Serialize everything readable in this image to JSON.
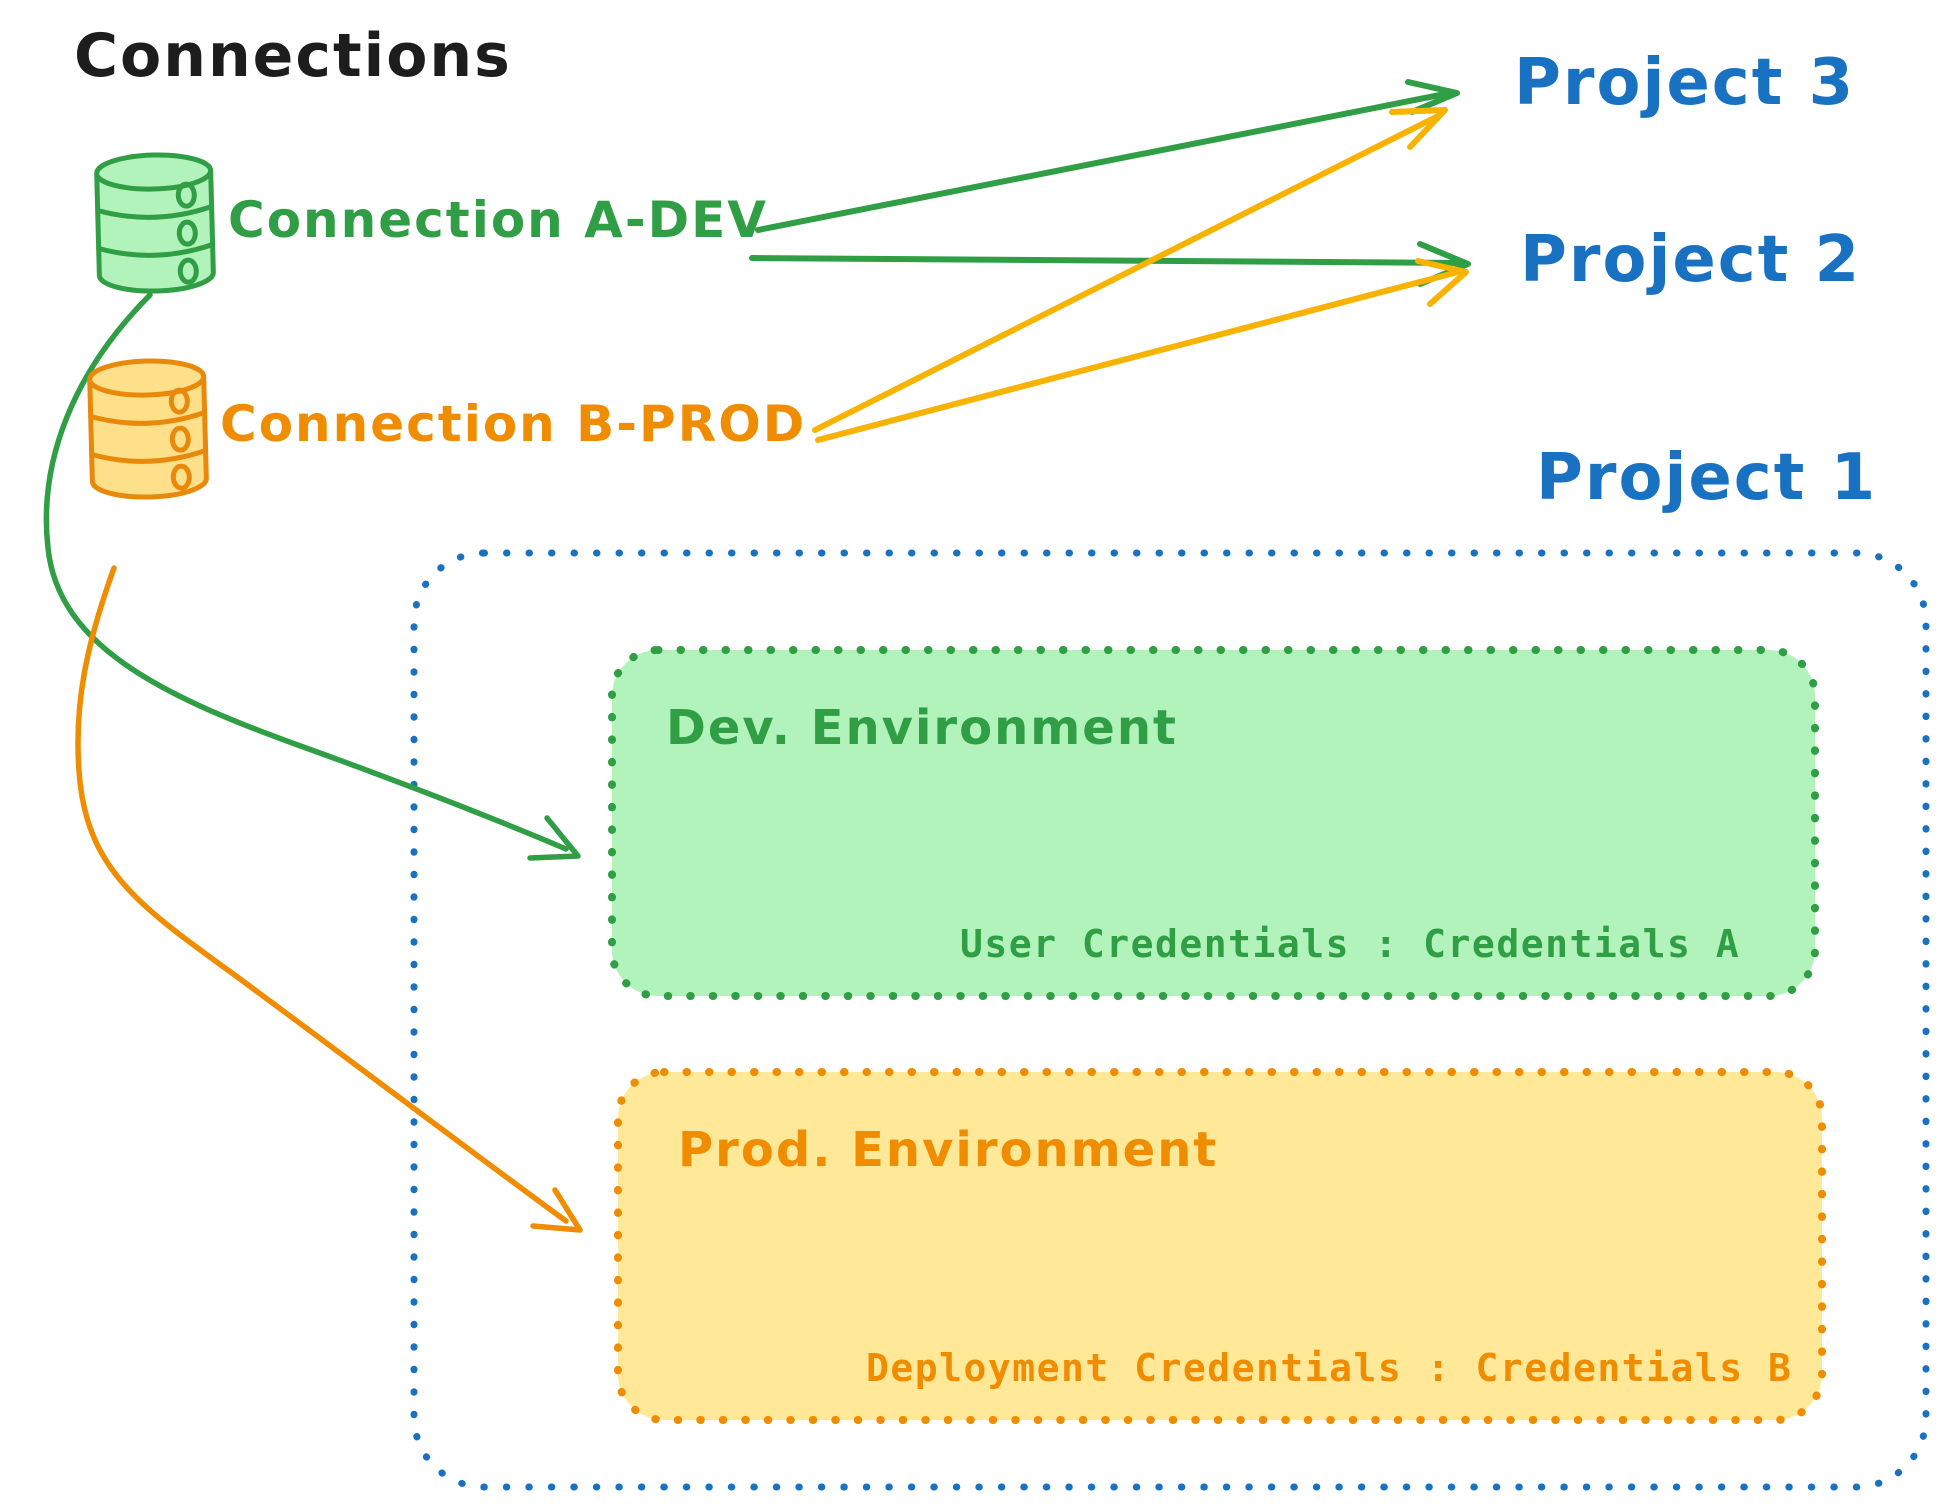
{
  "title": "Connections",
  "colors": {
    "green_stroke": "#2f9e44",
    "green_fill": "#b2f2bb",
    "orange_stroke": "#f08c00",
    "orange_fill": "#ffe08a",
    "orange_box_fill": "#ffe999",
    "blue": "#1971c2",
    "ink": "#1d1d1d"
  },
  "connections": [
    {
      "label": "Connection A-DEV",
      "icon": "database-icon",
      "color": "#2f9e44"
    },
    {
      "label": "Connection B-PROD",
      "icon": "database-icon",
      "color": "#f08c00"
    }
  ],
  "projects": [
    {
      "label": "Project 3"
    },
    {
      "label": "Project 2"
    },
    {
      "label": "Project 1"
    }
  ],
  "project1_box": {
    "dev_environment": {
      "heading": "Dev. Environment",
      "credentials_line": "User Credentials : Credentials A"
    },
    "prod_environment": {
      "heading": "Prod. Environment",
      "credentials_line": "Deployment Credentials : Credentials B"
    }
  }
}
